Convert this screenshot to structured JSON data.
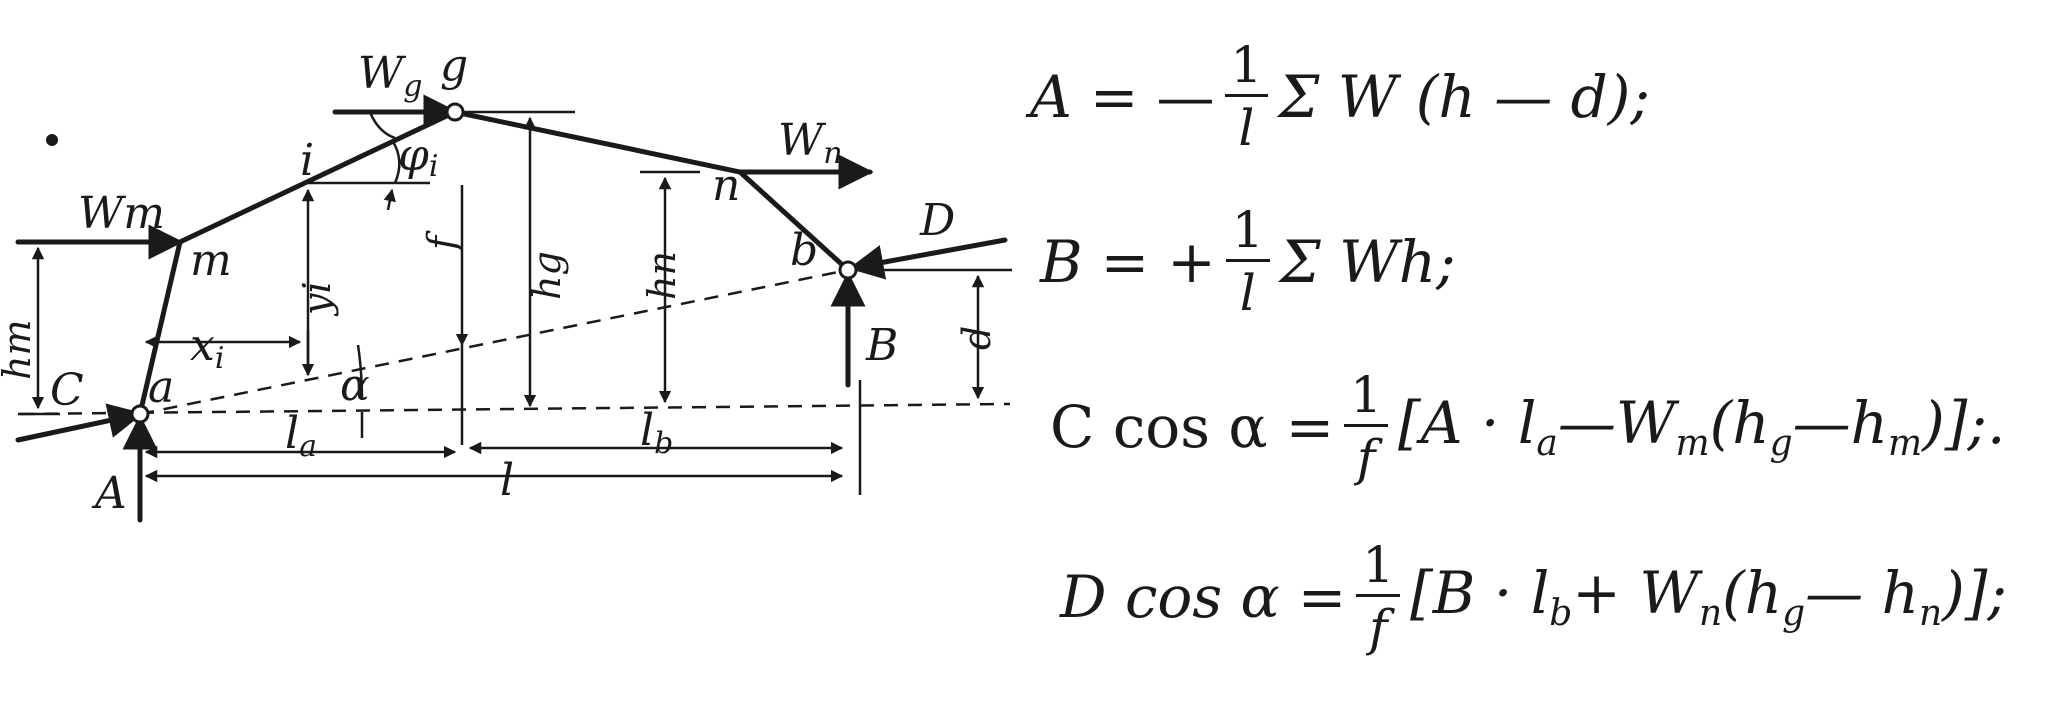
{
  "diagram": {
    "labels": {
      "Wg": "W",
      "Wg_sub": "g",
      "g": "g",
      "i": "i",
      "phi": "φ",
      "phi_sub": "i",
      "Wn": "W",
      "Wn_sub": "n",
      "n": "n",
      "D": "D",
      "b": "b",
      "Wm": "Wm",
      "m": "m",
      "hm": "hm",
      "yi": "yi",
      "f": "f",
      "hg": "hg",
      "hn": "hn",
      "d": "d",
      "B": "B",
      "C": "C",
      "a": "a",
      "xi": "x",
      "xi_sub": "i",
      "alpha": "α",
      "la": "l",
      "la_sub": "a",
      "lb": "l",
      "lb_sub": "b",
      "l": "l",
      "A": "A"
    }
  },
  "formulas": {
    "eq1": {
      "lhs": "A",
      "op": "=",
      "sign": "—",
      "num": "1",
      "den": "l",
      "body": "Σ W (h — d);"
    },
    "eq2": {
      "lhs": "B",
      "op": "=",
      "sign": "+",
      "num": "1",
      "den": "l",
      "body": "Σ Wh;"
    },
    "eq3": {
      "lhs": "C cos α",
      "op": "=",
      "num": "1",
      "den": "f",
      "b1": "[A · l",
      "s1": "a",
      "b2": "—W",
      "s2": "m",
      "b3": "(h",
      "s3": "g",
      "b4": "—h",
      "s4": "m",
      "b5": ")];."
    },
    "eq4": {
      "lhs": "D cos α",
      "op": "=",
      "num": "1",
      "den": "f",
      "b1": "[B · l",
      "s1": "b",
      "b2": "+ W",
      "s2": "n",
      "b3": "(h",
      "s3": "g",
      "b4": "— h",
      "s4": "n",
      "b5": ")];"
    }
  }
}
